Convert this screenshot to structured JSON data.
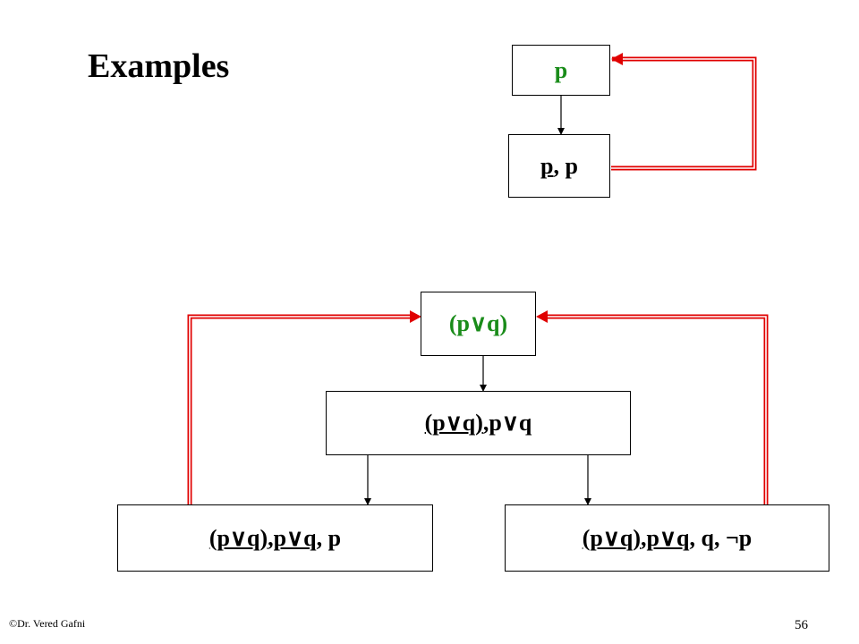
{
  "title": "Examples",
  "diagram1": {
    "root": {
      "mark": "",
      "formula": "p"
    },
    "child": {
      "mark": "",
      "formula": "p",
      "rest": ", p"
    }
  },
  "diagram2": {
    "root": {
      "mark": "",
      "formula": "(p∨q)"
    },
    "mid": {
      "mark": "",
      "formula": "(p∨q)",
      "sep": ", ",
      "rest": "p∨q"
    },
    "left": {
      "mark": "",
      "f1": "(p∨q)",
      "sep1": ", ",
      "f2": "p∨q",
      "rest": ", p"
    },
    "right": {
      "mark": "",
      "f1": "(p∨q)",
      "sep1": ", ",
      "f2": "p∨q",
      "rest": ", q, ¬p"
    }
  },
  "footer": {
    "copyright": "©Dr. Vered Gafni",
    "page": "56"
  },
  "colors": {
    "loop_arrow": "#e00000",
    "root_text": "#1a8c1a",
    "edge": "#000000"
  }
}
